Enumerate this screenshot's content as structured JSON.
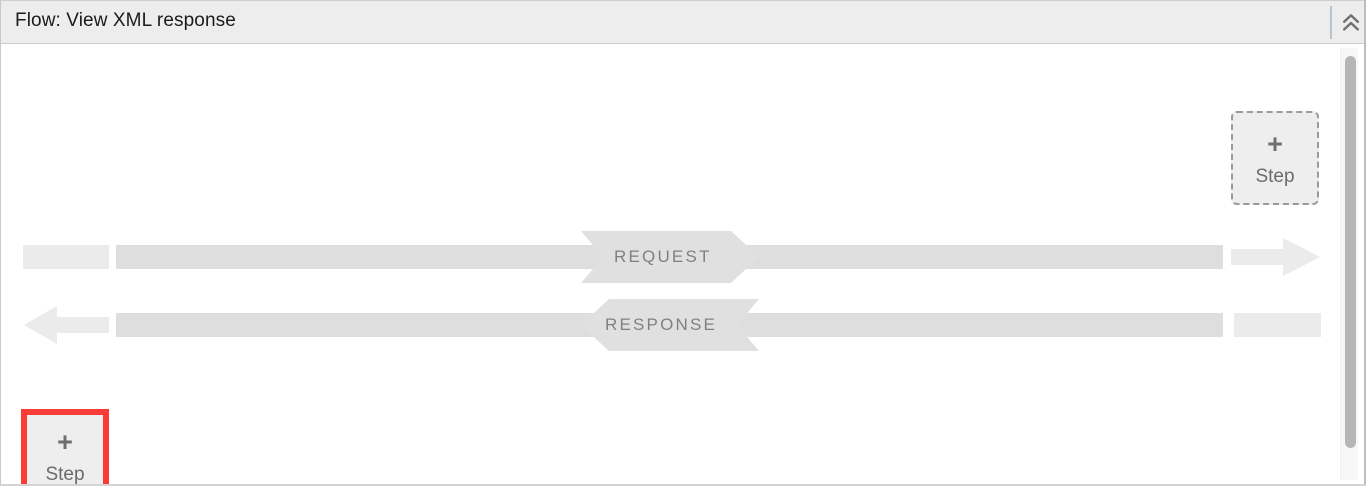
{
  "panel": {
    "title": "Flow: View XML response",
    "collapse_icon": "double-chevron-up-icon"
  },
  "canvas": {
    "steps": [
      {
        "id": "add-step-top-right",
        "plus": "+",
        "label": "Step",
        "state": "empty",
        "border_style": "dashed",
        "border_color": "#9a9a9a"
      },
      {
        "id": "add-step-bottom-left",
        "plus": "+",
        "label": "Step",
        "state": "selected",
        "border_style": "solid",
        "border_color": "#fa3c37"
      }
    ],
    "flows": [
      {
        "id": "request-row",
        "label": "REQUEST",
        "direction": "right",
        "arrow_head": true
      },
      {
        "id": "response-row",
        "label": "RESPONSE",
        "direction": "left",
        "arrow_head": true
      }
    ]
  },
  "colors": {
    "header_bg": "#ededed",
    "canvas_bg": "#ffffff",
    "bar_light": "#ebebeb",
    "bar_dark": "#dedede",
    "label_text": "#808080",
    "step_fill": "#eeeeee",
    "step_text": "#6b6b6b",
    "highlight": "#fa3c37",
    "scrollbar_thumb": "#b6b6b6"
  },
  "scrollbar": {
    "name": "vertical-scrollbar",
    "orientation": "vertical"
  }
}
